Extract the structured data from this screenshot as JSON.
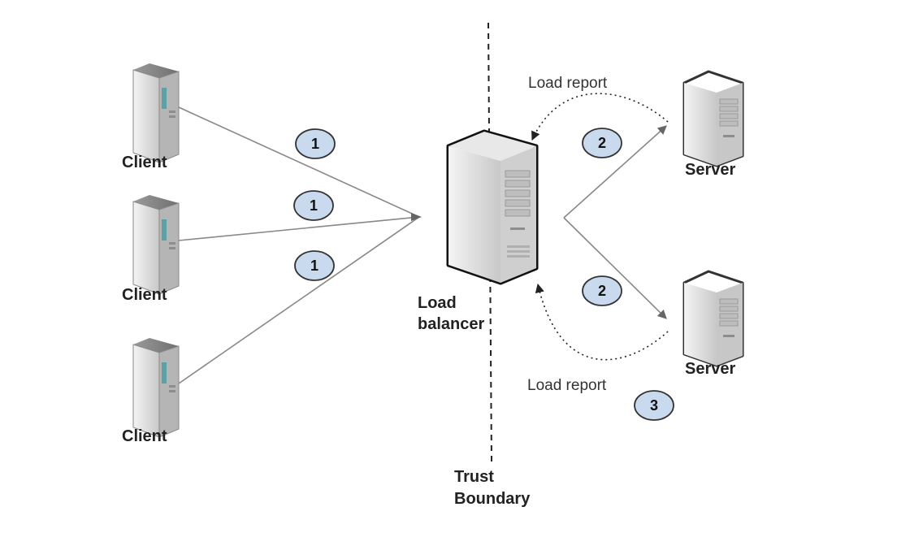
{
  "clients": [
    {
      "label": "Client"
    },
    {
      "label": "Client"
    },
    {
      "label": "Client"
    }
  ],
  "servers": [
    {
      "label": "Server"
    },
    {
      "label": "Server"
    }
  ],
  "load_balancer": {
    "line1": "Load",
    "line2": "balancer"
  },
  "trust_boundary": {
    "line1": "Trust",
    "line2": "Boundary"
  },
  "load_report_labels": [
    "Load report",
    "Load report"
  ],
  "badges": [
    "1",
    "1",
    "1",
    "2",
    "2",
    "3"
  ],
  "colors": {
    "badge_fill": "#c9d9ee",
    "badge_stroke": "#333333",
    "line": "#777777",
    "server_body": "#d9d9d9",
    "server_accent": "#5aa1a8"
  }
}
